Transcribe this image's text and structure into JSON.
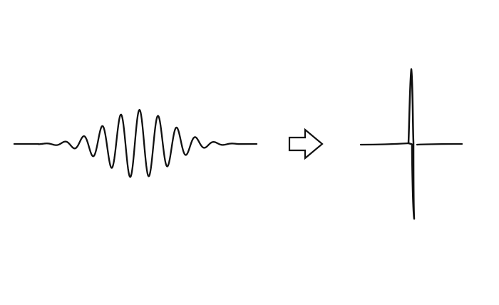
{
  "diagram": {
    "type": "waveform-transform",
    "elements": [
      "wave-packet",
      "arrow",
      "sharp-pulse"
    ],
    "colors": {
      "background": "#ffffff",
      "line": "#111111",
      "arrow_fill": "#ffffff"
    }
  }
}
